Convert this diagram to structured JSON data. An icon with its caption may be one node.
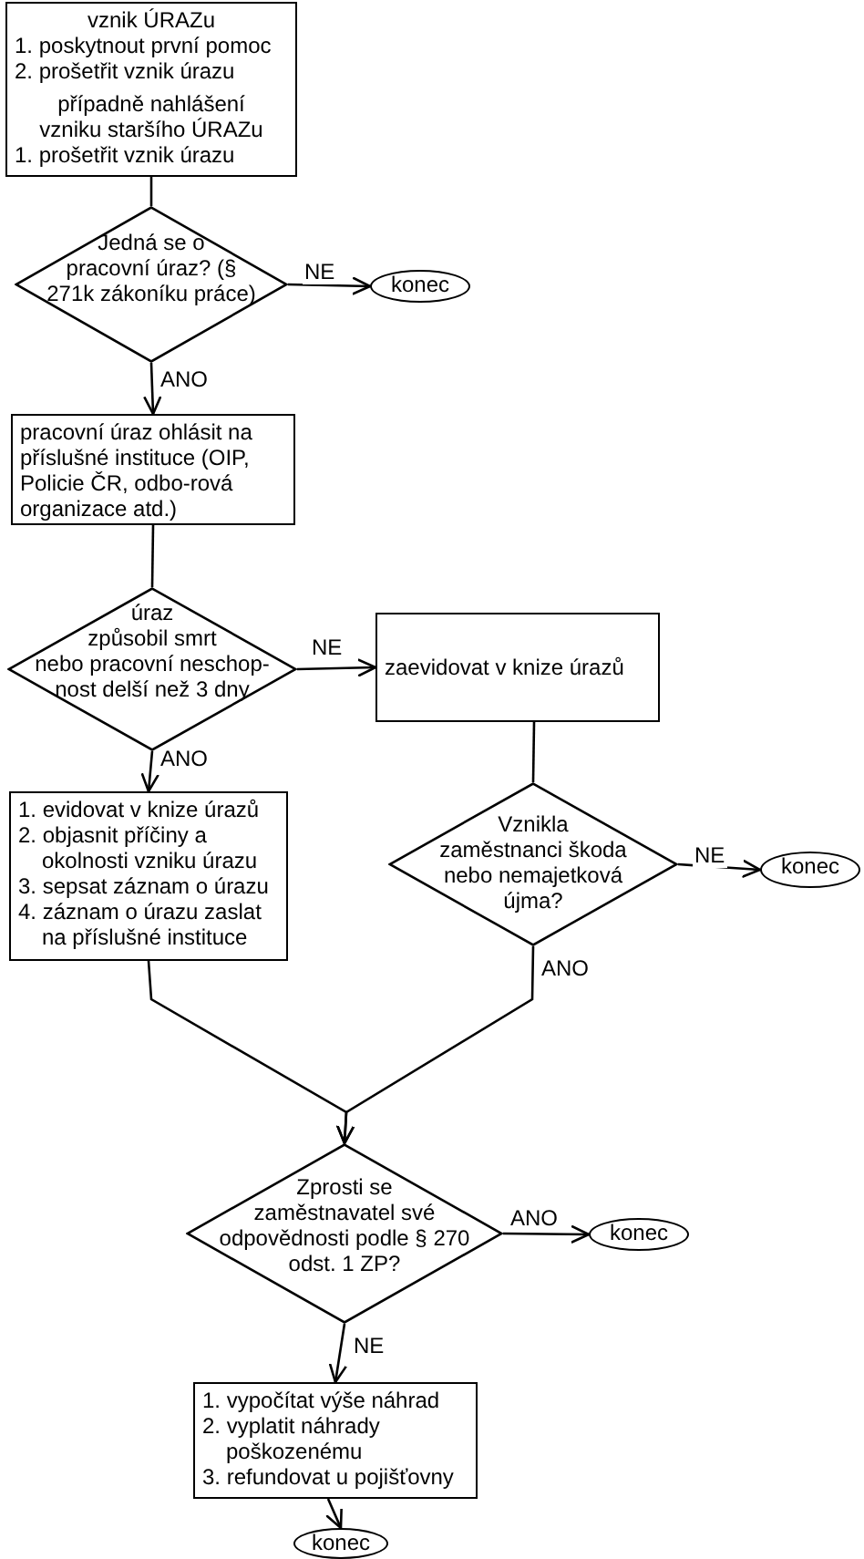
{
  "diagram": {
    "nodes": [
      {
        "text": [
          "vznik ÚRAZu",
          "1. poskytnout první pomoc",
          "2. prošetřit vznik úrazu",
          "případně nahlášení vzniku staršího ÚRAZu",
          "1. prošetřit vznik úrazu"
        ]
      },
      {
        "text": [
          "Jedná se o pracovní úraz? (§ 271k zákoníku práce)"
        ]
      },
      {
        "text": [
          "konec"
        ]
      },
      {
        "text": [
          "pracovní úraz ohlásit na příslušné instituce (OIP, Policie ČR, odbo-rová organizace atd.)"
        ]
      },
      {
        "text": [
          "úraz způsobil smrt nebo pracovní neschop-nost delší než 3 dny"
        ]
      },
      {
        "text": [
          "zaevidovat v knize úrazů"
        ]
      },
      {
        "text": [
          "1. evidovat v knize úrazů",
          "2. objasnit příčiny a okolnosti vzniku úrazu",
          "3. sepsat záznam o úrazu",
          "4. záznam o úrazu zaslat na příslušné instituce"
        ]
      },
      {
        "text": [
          "Vznikla zaměstnanci škoda nebo nemajetková újma?"
        ]
      },
      {
        "text": [
          "konec"
        ]
      },
      {
        "text": [
          "Zprosti se zaměstnavatel své odpovědnosti podle § 270 odst. 1 ZP?"
        ]
      },
      {
        "text": [
          "konec"
        ]
      },
      {
        "text": [
          "1. vypočítat výše náhrad",
          "2. vyplatit náhrady poškozenému",
          "3. refundovat u pojišťovny"
        ]
      },
      {
        "text": [
          "konec"
        ]
      }
    ],
    "edges": [
      {
        "from": 0,
        "to": 1,
        "arrow": "none"
      },
      {
        "from": 1,
        "to": 2,
        "arrow": "to",
        "label": "NE"
      },
      {
        "from": 1,
        "to": 3,
        "arrow": "to",
        "label": "ANO"
      },
      {
        "from": 3,
        "to": 4,
        "arrow": "none"
      },
      {
        "from": 4,
        "to": 5,
        "arrow": "to",
        "label": "NE"
      },
      {
        "from": 4,
        "to": 6,
        "arrow": "to",
        "label": "ANO"
      },
      {
        "from": 5,
        "to": 7,
        "arrow": "none"
      },
      {
        "from": 7,
        "to": 8,
        "arrow": "to",
        "label": "NE"
      },
      {
        "from": 6,
        "to": 9,
        "arrow": "to"
      },
      {
        "from": 7,
        "to": 9,
        "arrow": "to",
        "label": "ANO"
      },
      {
        "from": 9,
        "to": 10,
        "arrow": "to",
        "label": "ANO"
      },
      {
        "from": 9,
        "to": 11,
        "arrow": "to",
        "label": "NE"
      },
      {
        "from": 11,
        "to": 12,
        "arrow": "to"
      }
    ]
  }
}
